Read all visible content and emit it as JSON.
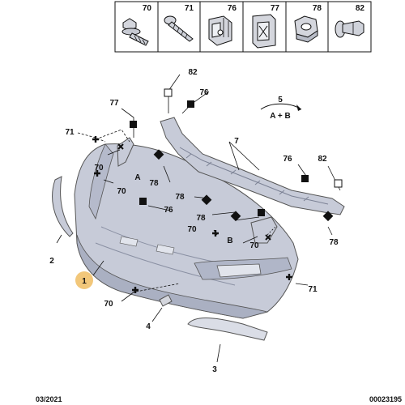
{
  "legend": {
    "cells": [
      {
        "part": "70",
        "icon": "bolt-with-washer-icon"
      },
      {
        "part": "71",
        "icon": "screw-icon"
      },
      {
        "part": "76",
        "icon": "clip-nut-icon"
      },
      {
        "part": "77",
        "icon": "spring-clip-icon"
      },
      {
        "part": "78",
        "icon": "hex-nut-icon"
      },
      {
        "part": "82",
        "icon": "push-pin-icon"
      }
    ]
  },
  "callouts": {
    "c82_top": "82",
    "c76_top": "76",
    "c77": "77",
    "c71_left": "71",
    "c70_a": "70",
    "c78_a": "78",
    "c70_b": "70",
    "c7": "7",
    "c5": "5",
    "c5_sub": "A + B",
    "c76_right": "76",
    "c82_right": "82",
    "letter_a": "A",
    "c78_b": "78",
    "c76_mid": "76",
    "c78_c": "78",
    "c70_c": "70",
    "letter_b": "B",
    "c70_d": "70",
    "c78_d": "78",
    "c2": "2",
    "c1": "1",
    "c70_e": "70",
    "c71_right": "71",
    "c4": "4",
    "c3": "3"
  },
  "footer": {
    "date": "03/2021",
    "ref": "00023195"
  },
  "colors": {
    "bumper": "#c7cbd8",
    "bumper_shade": "#aab0c2",
    "highlight": "#f2c77a",
    "ink": "#111111"
  }
}
